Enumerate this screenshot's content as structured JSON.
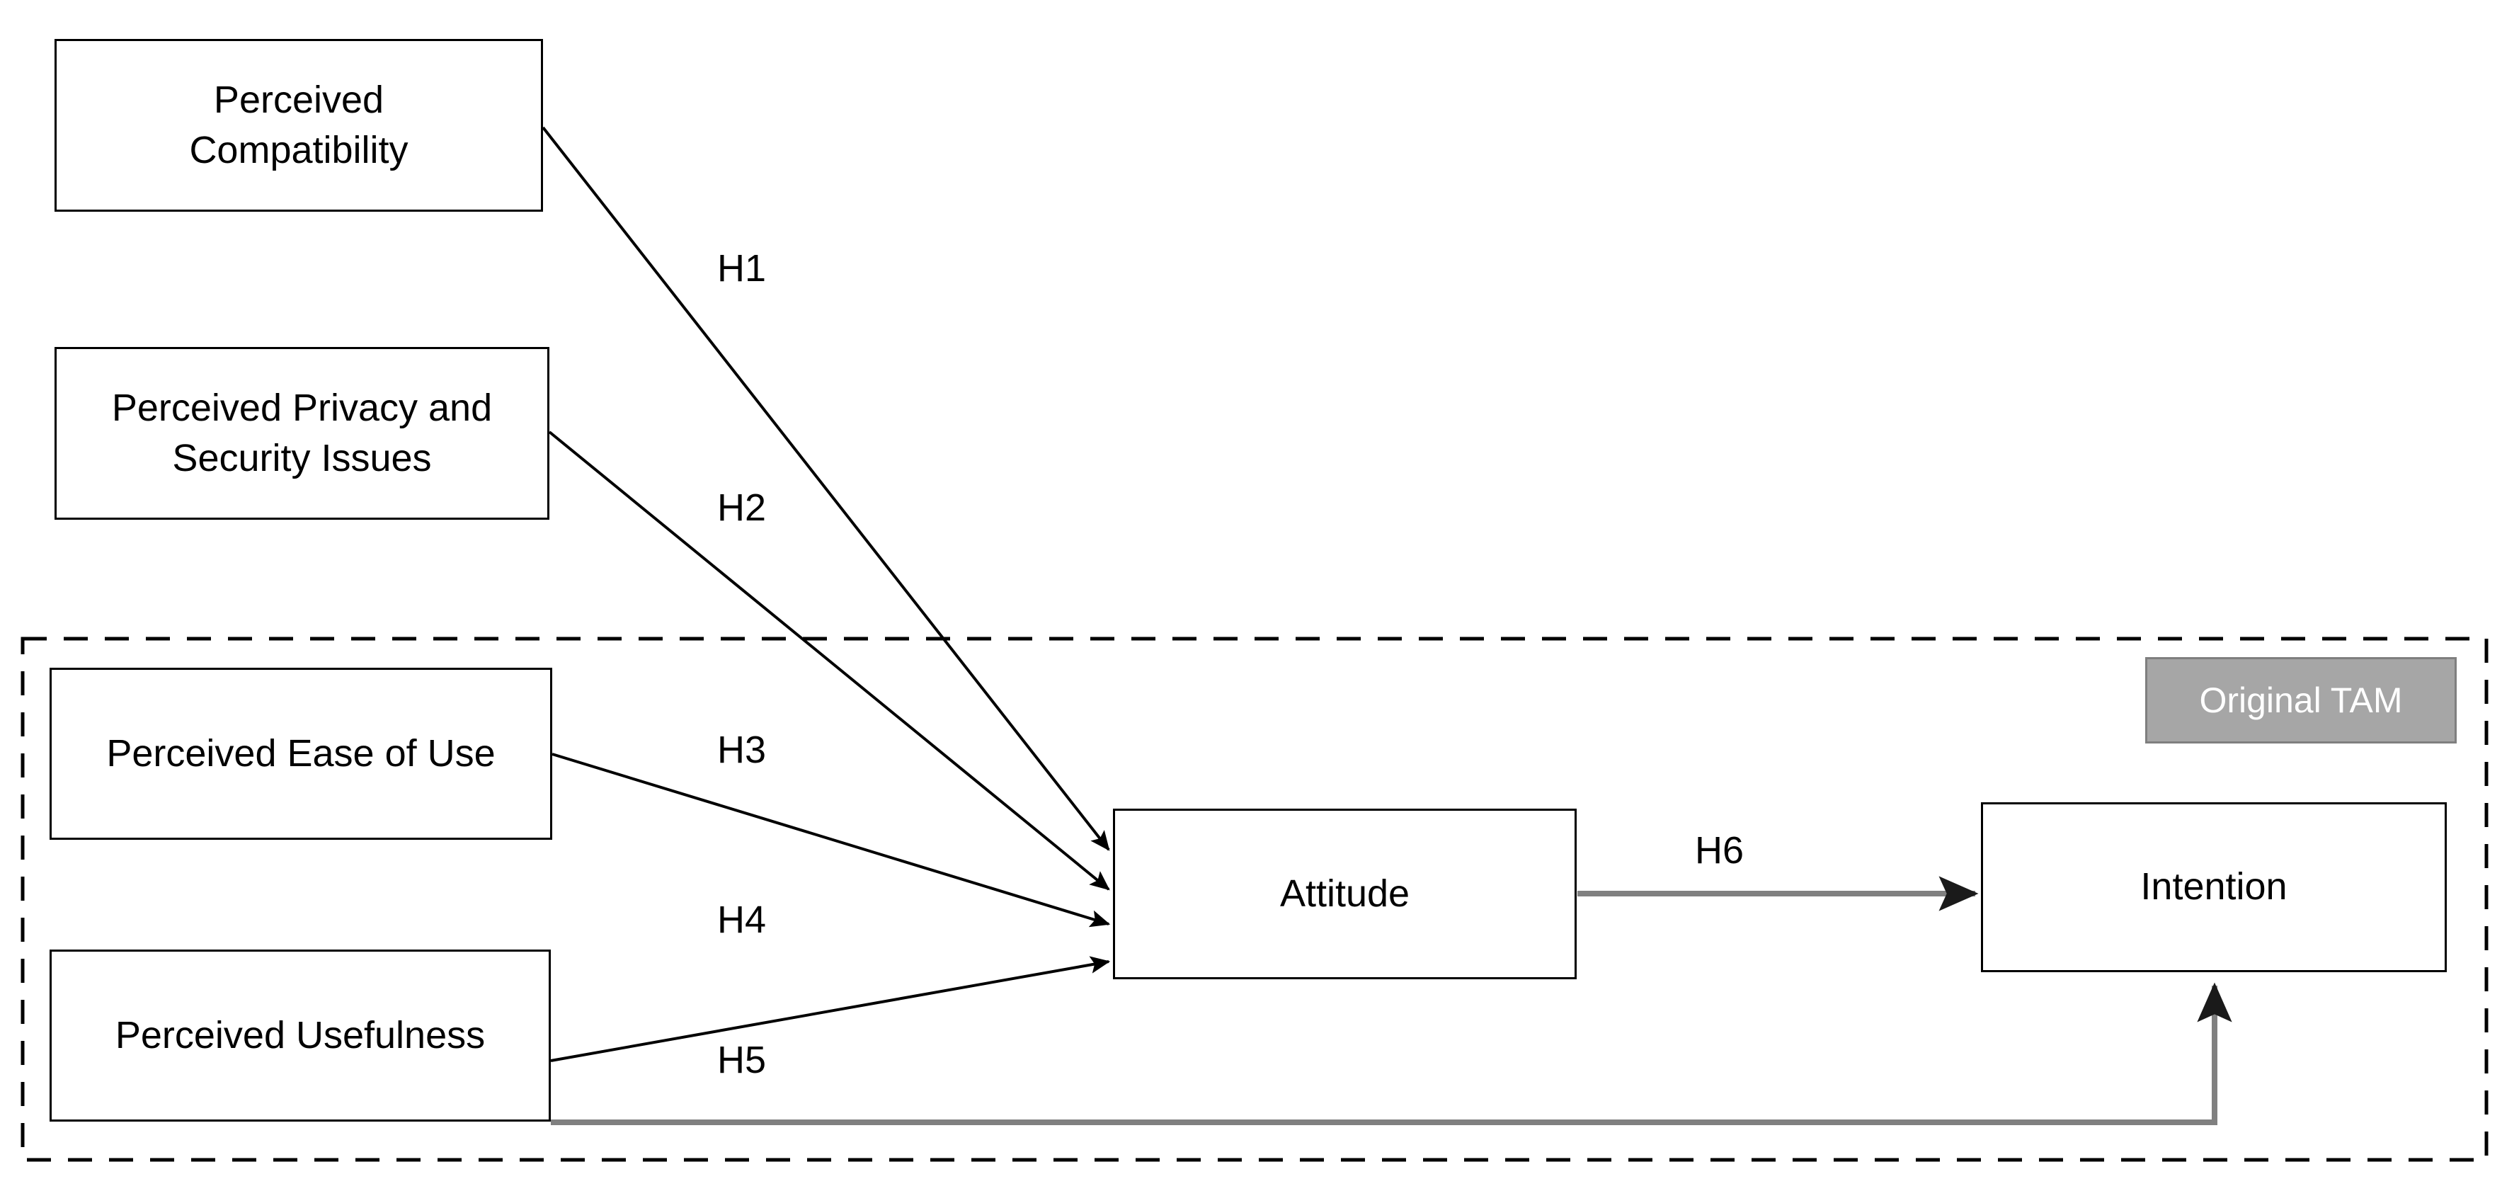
{
  "diagram": {
    "title": "Technology Acceptance Model (TAM) research hypotheses diagram",
    "colors": {
      "box_border": "#000000",
      "box_fill": "#FFFFFF",
      "arrow_dark": "#000000",
      "arrow_gray": "#808080",
      "badge_fill": "#A6A6A6",
      "badge_border": "#7F7F7F",
      "badge_text": "#FFFFFF",
      "dashed_border": "#000000",
      "text": "#000000"
    },
    "group": {
      "badge_label": "Original TAM",
      "border_style": "dashed"
    },
    "nodes": [
      {
        "id": "perceived-compatibility",
        "label": "Perceived\nCompatibility"
      },
      {
        "id": "perceived-privacy-and-security-issues",
        "label": "Perceived Privacy and\nSecurity Issues"
      },
      {
        "id": "perceived-ease-of-use",
        "label": "Perceived Ease of Use"
      },
      {
        "id": "perceived-usefulness",
        "label": "Perceived Usefulness"
      },
      {
        "id": "attitude",
        "label": "Attitude"
      },
      {
        "id": "intention",
        "label": "Intention"
      }
    ],
    "edges": [
      {
        "id": "h1",
        "label": "H1",
        "from": "perceived-compatibility",
        "to": "attitude",
        "color": "#000000"
      },
      {
        "id": "h2",
        "label": "H2",
        "from": "perceived-privacy-and-security-issues",
        "to": "attitude",
        "color": "#000000"
      },
      {
        "id": "h3",
        "label": "H3",
        "from": "perceived-ease-of-use",
        "to": "attitude",
        "color": "#000000"
      },
      {
        "id": "h4",
        "label": "H4",
        "from": "perceived-usefulness",
        "to": "attitude",
        "color": "#000000"
      },
      {
        "id": "h5",
        "label": "H5",
        "from": "perceived-usefulness",
        "to": "intention",
        "color": "#808080"
      },
      {
        "id": "h6",
        "label": "H6",
        "from": "attitude",
        "to": "intention",
        "color": "#808080"
      }
    ]
  }
}
